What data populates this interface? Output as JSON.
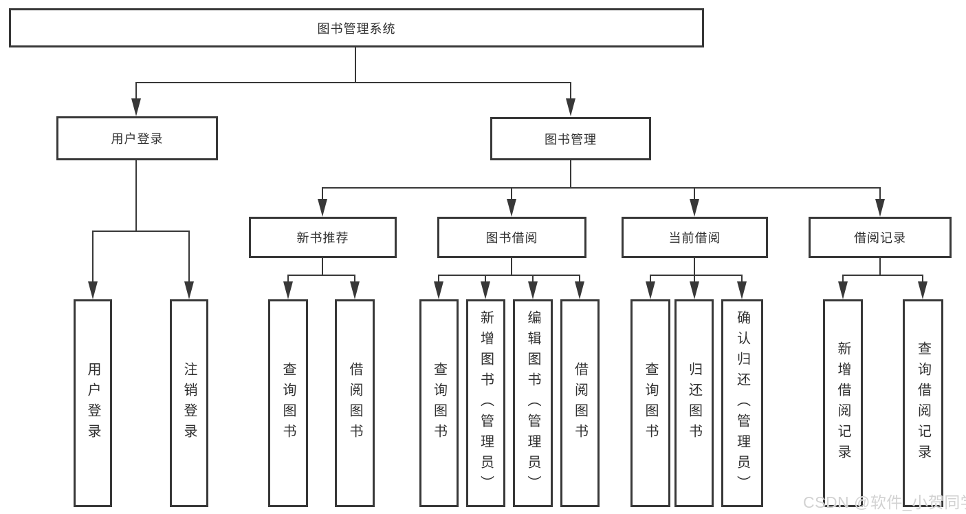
{
  "diagram": {
    "title": "图书管理系统",
    "level2": [
      {
        "label": "用户登录"
      },
      {
        "label": "图书管理"
      }
    ],
    "level3": [
      {
        "label": "新书推荐"
      },
      {
        "label": "图书借阅"
      },
      {
        "label": "当前借阅"
      },
      {
        "label": "借阅记录"
      }
    ],
    "level4_groups": [
      {
        "parent": "用户登录",
        "children": [
          "用户登录",
          "注销登录"
        ]
      },
      {
        "parent": "新书推荐",
        "children": [
          "查询图书",
          "借阅图书"
        ]
      },
      {
        "parent": "图书借阅",
        "children": [
          "查询图书",
          "新增图书（管理员）",
          "编辑图书（管理员）",
          "借阅图书"
        ]
      },
      {
        "parent": "当前借阅",
        "children": [
          "查询图书",
          "归还图书",
          "确认归还（管理员）"
        ]
      },
      {
        "parent": "借阅记录",
        "children": [
          "新增借阅记录",
          "查询借阅记录"
        ]
      }
    ]
  },
  "watermark": "CSDN @软件_小贺同学",
  "colors": {
    "line": "#383838",
    "text": "#303030",
    "background": "#ffffff",
    "watermark": "#d2d2d2"
  }
}
